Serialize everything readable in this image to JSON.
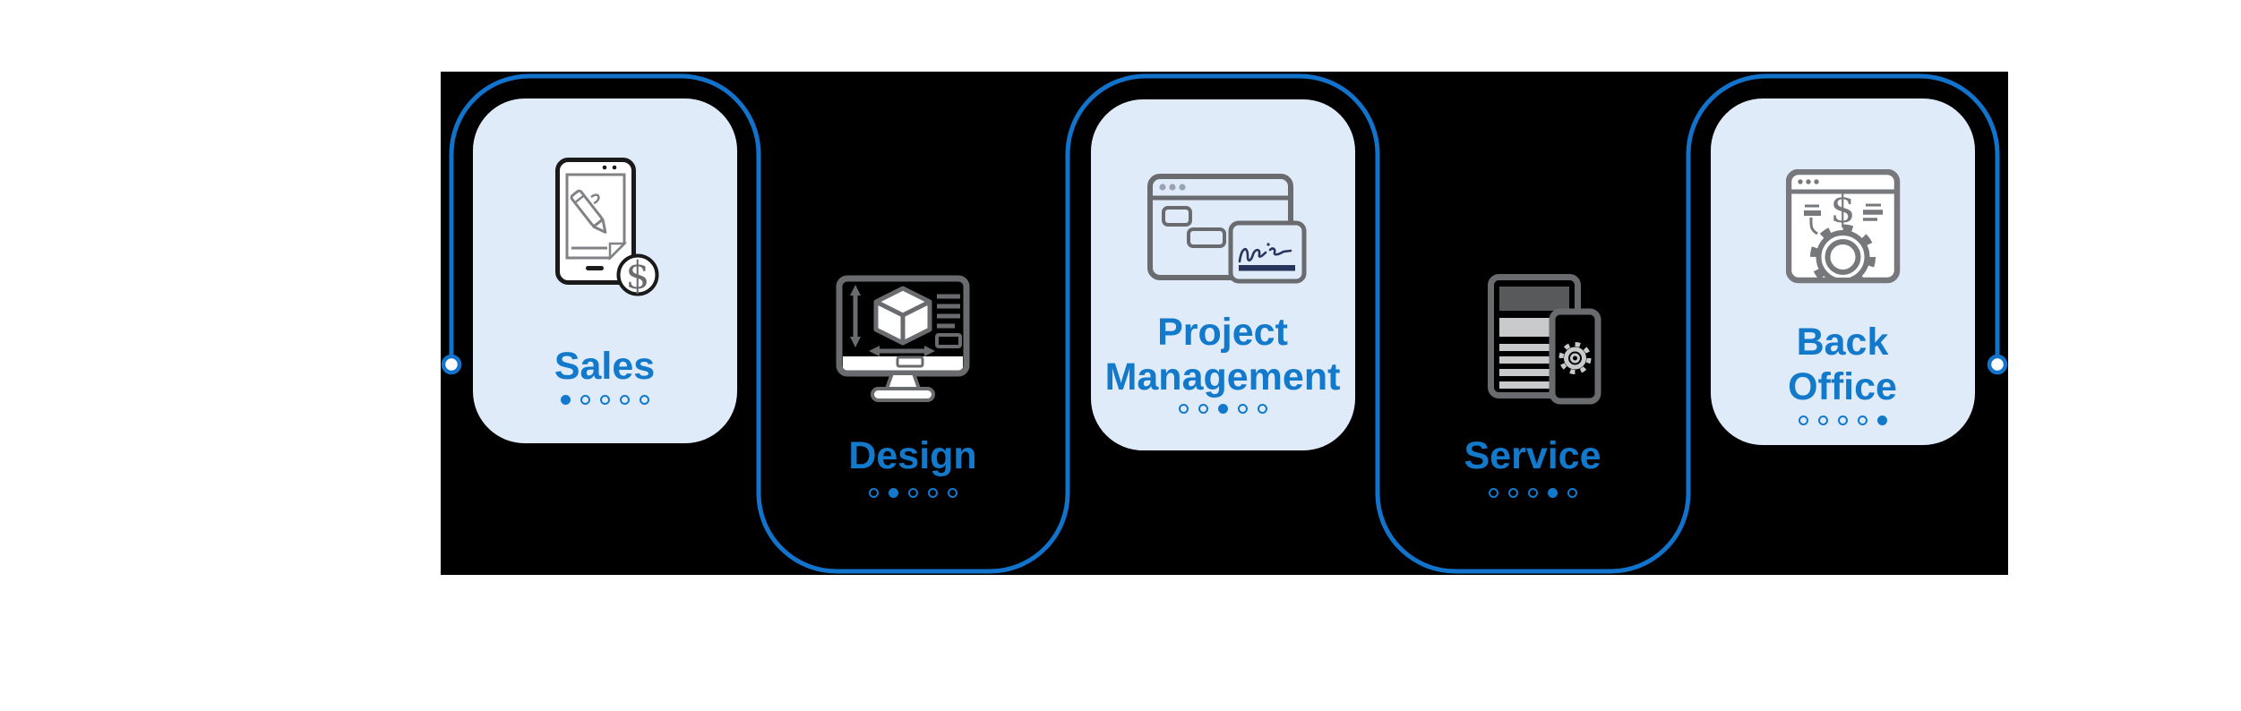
{
  "diagram": {
    "type": "process-flow",
    "connector": {
      "style": "serpentine-line",
      "endpoint_markers": 2
    },
    "colors": {
      "page_bg": "#ffffff",
      "panel_bg": "#000000",
      "card_bg": "#e0ebfa",
      "line_blue": "#1173cb",
      "accent_blue": "#1379cb",
      "icon_gray_dark": "#58595b",
      "icon_gray": "#6a6b6e",
      "icon_gray_window": "#77787b",
      "icon_gray_light": "#c9cacb",
      "phone_outline": "#1a1a1a",
      "signature_navy": "#27355c"
    },
    "stages": [
      {
        "id": "sales",
        "label_lines": [
          "Sales"
        ],
        "icon": "signature-phone-dollar-icon",
        "icon_text": "$",
        "container": "card",
        "dots": {
          "total": 5,
          "active": 1
        }
      },
      {
        "id": "design",
        "label_lines": [
          "Design"
        ],
        "icon": "monitor-3d-cube-icon",
        "container": "loop",
        "dots": {
          "total": 5,
          "active": 2
        }
      },
      {
        "id": "project-management",
        "label_lines": [
          "Project",
          "Management"
        ],
        "icon": "window-tasks-signature-icon",
        "container": "card",
        "dots": {
          "total": 5,
          "active": 3
        }
      },
      {
        "id": "service",
        "label_lines": [
          "Service"
        ],
        "icon": "worklist-phone-gear-icon",
        "container": "loop",
        "dots": {
          "total": 5,
          "active": 4
        }
      },
      {
        "id": "back-office",
        "label_lines": [
          "Back",
          "Office"
        ],
        "icon": "invoice-window-gear-icon",
        "icon_text": "$",
        "container": "card",
        "dots": {
          "total": 5,
          "active": 5
        }
      }
    ]
  }
}
